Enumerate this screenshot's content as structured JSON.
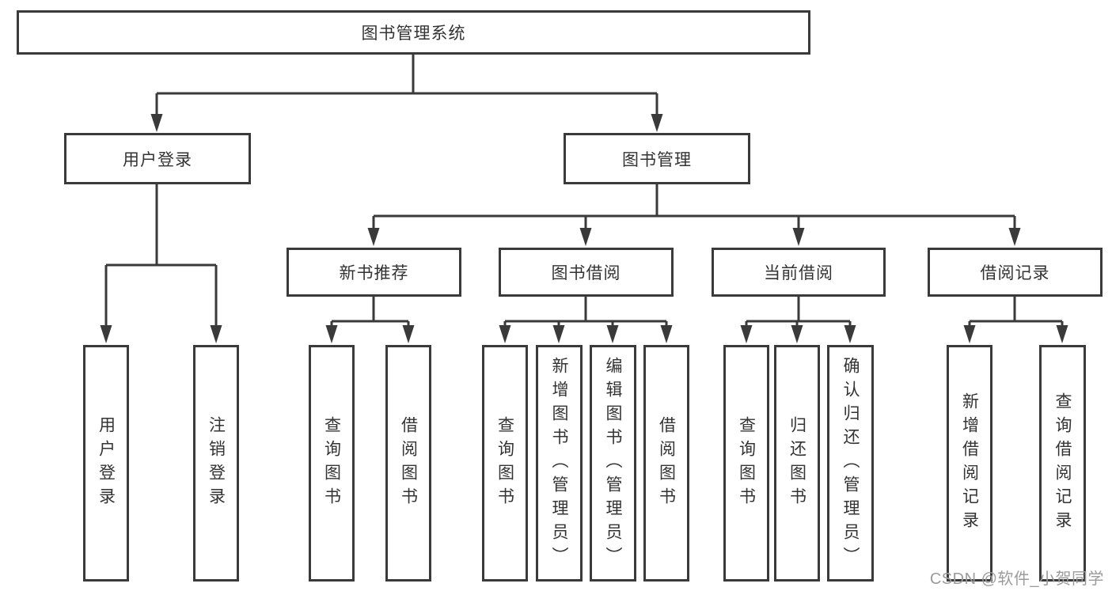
{
  "diagram": {
    "title_node": {
      "label": "图书管理系统"
    },
    "root": {
      "label": "图书管理系统"
    },
    "level2": [
      {
        "label": "用户登录"
      },
      {
        "label": "图书管理"
      }
    ],
    "level3": [
      {
        "label": "新书推荐",
        "parent": "图书管理"
      },
      {
        "label": "图书借阅",
        "parent": "图书管理"
      },
      {
        "label": "当前借阅",
        "parent": "图书管理"
      },
      {
        "label": "借阅记录",
        "parent": "图书管理"
      }
    ],
    "level4": [
      {
        "label": "用户登录",
        "parent": "用户登录"
      },
      {
        "label": "注销登录",
        "parent": "用户登录"
      },
      {
        "label": "查询图书",
        "parent": "新书推荐"
      },
      {
        "label": "借阅图书",
        "parent": "新书推荐"
      },
      {
        "label": "查询图书",
        "parent": "图书借阅"
      },
      {
        "label": "新增图书（管理员）",
        "parent": "图书借阅"
      },
      {
        "label": "编辑图书（管理员）",
        "parent": "图书借阅"
      },
      {
        "label": "借阅图书",
        "parent": "图书借阅"
      },
      {
        "label": "查询图书",
        "parent": "当前借阅"
      },
      {
        "label": "归还图书",
        "parent": "当前借阅"
      },
      {
        "label": "确认归还（管理员）",
        "parent": "当前借阅"
      },
      {
        "label": "新增借阅记录",
        "parent": "借阅记录"
      },
      {
        "label": "查询借阅记录",
        "parent": "借阅记录"
      }
    ]
  },
  "watermark": {
    "text": "CSDN @软件_小贺同学"
  },
  "colors": {
    "line": "#3a3a3a",
    "border": "#3a3a3a",
    "text": "#333333",
    "watermark": "#9b9b9b",
    "background": "#ffffff"
  }
}
